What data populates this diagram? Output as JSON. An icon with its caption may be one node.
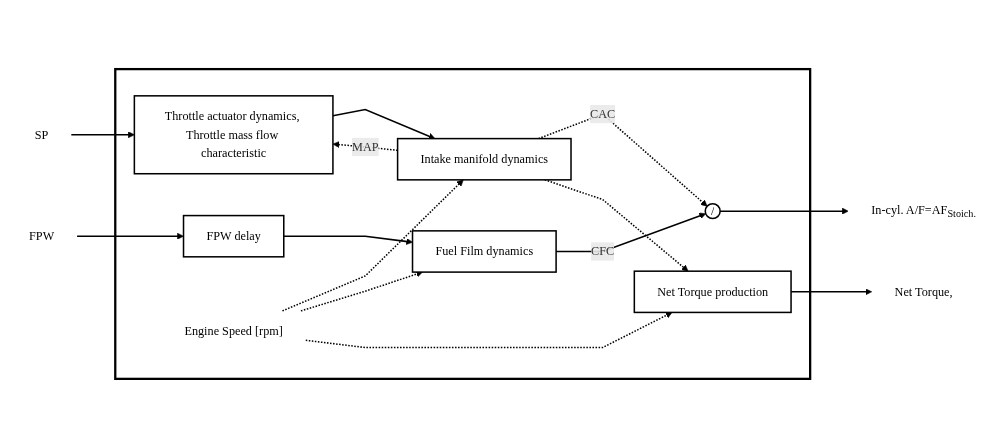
{
  "diagram": {
    "nodes": [
      {
        "text": [],
        "shape": "box"
      },
      {
        "text": [
          "SP"
        ]
      },
      {
        "text": [
          "Throttle actuator dynamics, Throttle mass flow characteristic"
        ],
        "in": 0
      },
      {
        "text": [
          "Intake manifold dynamics"
        ],
        "in": 0
      },
      {
        "text": [
          "/"
        ],
        "in": 0
      },
      {
        "text": [
          "In-cyl. A/F=AF$_{Stoich.}$"
        ]
      },
      {
        "text": [
          "FPW"
        ]
      },
      {
        "text": [
          "FPW delay"
        ],
        "in": 0
      },
      {
        "text": [
          "Fuel Film dynamics"
        ],
        "in": 0
      },
      {
        "text": [
          "Net Torque production"
        ],
        "in": 0
      },
      {
        "text": [
          "Net Torque,"
        ]
      },
      {
        "text": [
          "Engine Speed [rpm]"
        ],
        "in": 0
      }
    ],
    "edges": [
      {
        "from": 1,
        "to": 2,
        "arrow": "to"
      },
      {
        "from": 2,
        "to": 3,
        "arrow": "to"
      },
      {
        "from": 3,
        "to": 4,
        "arrow": "to",
        "label": "CAC",
        "style": "dashed"
      },
      {
        "from": 3,
        "to": 9,
        "arrow": "to",
        "style": "dashed"
      },
      {
        "from": 3,
        "to": 2,
        "arrow": "to",
        "label": "MAP",
        "style": "dashed"
      },
      {
        "from": 4,
        "to": 5,
        "arrow": "to"
      },
      {
        "from": 6,
        "to": 7,
        "arrow": "to"
      },
      {
        "from": 7,
        "to": 8,
        "arrow": "to"
      },
      {
        "from": 8,
        "to": 4,
        "arrow": "to",
        "label": "CFC"
      },
      {
        "from": 11,
        "to": 3,
        "arrow": "to",
        "style": "dashed"
      },
      {
        "from": 11,
        "to": 8,
        "arrow": "to",
        "style": "dashed"
      },
      {
        "from": 11,
        "to": 9,
        "arrow": "to",
        "style": "dashed"
      },
      {
        "from": 9,
        "to": 10,
        "arrow": "to"
      }
    ]
  }
}
